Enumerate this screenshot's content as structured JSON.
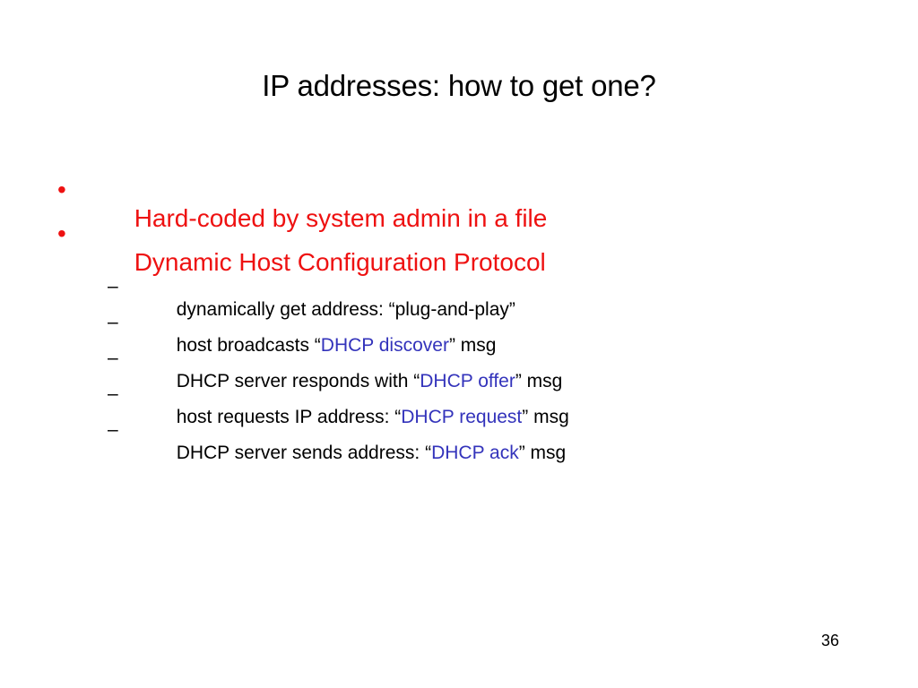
{
  "slide": {
    "title": "IP addresses: how to get one?",
    "page_number": "36",
    "colors": {
      "background": "#ffffff",
      "title": "#000000",
      "level1_text": "#ee1111",
      "level2_text": "#000000",
      "highlight": "#3333bb"
    },
    "bullets": [
      {
        "level": 1,
        "marker": "•",
        "text": "Hard-coded by system admin in a file"
      },
      {
        "level": 1,
        "marker": "•",
        "text": "Dynamic Host Configuration Protocol"
      }
    ],
    "sub_bullets": [
      {
        "level": 2,
        "marker": "–",
        "before": "dynamically get address: “plug-and-play”",
        "highlight": "",
        "after": ""
      },
      {
        "level": 2,
        "marker": "–",
        "before": "host broadcasts “",
        "highlight": "DHCP discover",
        "after": "” msg"
      },
      {
        "level": 2,
        "marker": "–",
        "before": "DHCP server responds with “",
        "highlight": "DHCP offer",
        "after": "” msg"
      },
      {
        "level": 2,
        "marker": "–",
        "before": "host requests IP address: “",
        "highlight": "DHCP request",
        "after": "” msg"
      },
      {
        "level": 2,
        "marker": "–",
        "before": "DHCP server sends address: “",
        "highlight": "DHCP ack",
        "after": "” msg"
      }
    ]
  }
}
